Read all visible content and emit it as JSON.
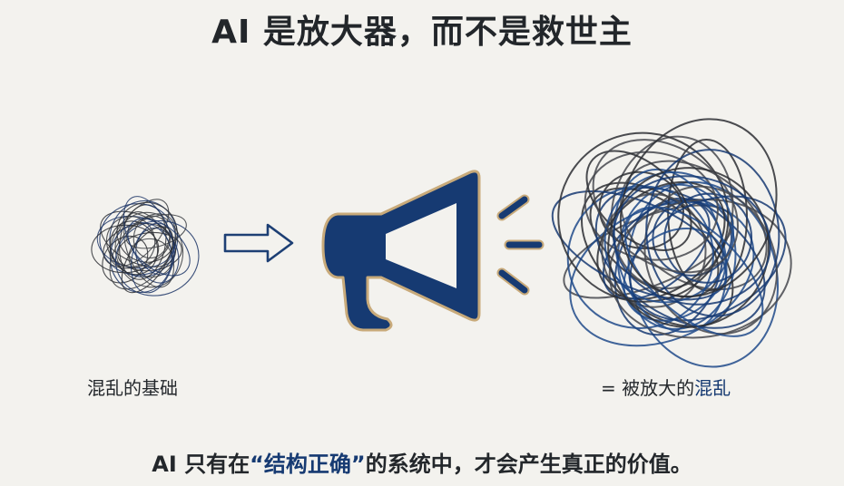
{
  "title": "AI 是放大器，而不是救世主",
  "left_label": "混乱的基础",
  "right_label_prefix": "= 被放大的",
  "right_label_accent": "混乱",
  "bottom_prefix": "AI 只有在",
  "bottom_highlight": "“结构正确”",
  "bottom_suffix": "的系统中，才会产生真正的价值。",
  "colors": {
    "navy": "#163a72",
    "ink": "#2b2e33",
    "gold": "#c8aa7a",
    "background": "#f3f2ee"
  },
  "icons": [
    "scribble-icon",
    "arrow-right-icon",
    "megaphone-icon",
    "sound-waves-icon"
  ]
}
